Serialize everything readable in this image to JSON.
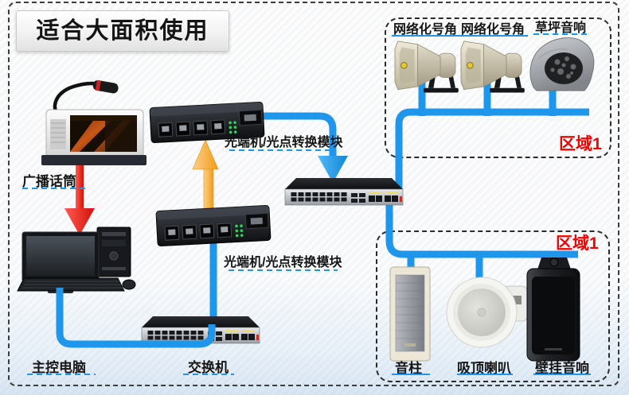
{
  "banner": {
    "label": "适合大面积使用"
  },
  "zones": {
    "top": {
      "label": "区域1"
    },
    "bottom": {
      "label": "区域1"
    }
  },
  "devices": {
    "broadcast_mic": {
      "label": "广播话筒"
    },
    "main_computer": {
      "label": "主控电脑"
    },
    "network_switch": {
      "label": "交换机"
    },
    "fiber_converter_top": {
      "label": "光端机/光点转换模块"
    },
    "fiber_converter_mid": {
      "label": "光端机/光点转换模块"
    },
    "horn_speaker_1": {
      "label": "网络化号角"
    },
    "horn_speaker_2": {
      "label": "网络化号角"
    },
    "lawn_speaker": {
      "label": "草坪音响"
    },
    "column_speaker": {
      "label": "音柱"
    },
    "ceiling_speaker": {
      "label": "吸顶喇叭"
    },
    "wall_speaker": {
      "label": "壁挂音响"
    }
  },
  "colors": {
    "cable_blue": "#1E96EC",
    "arrow_orange": "#F6A832",
    "arrow_red": "#E8251C",
    "zone_label_red": "#F50000",
    "underline_blue": "#1E96EC"
  }
}
